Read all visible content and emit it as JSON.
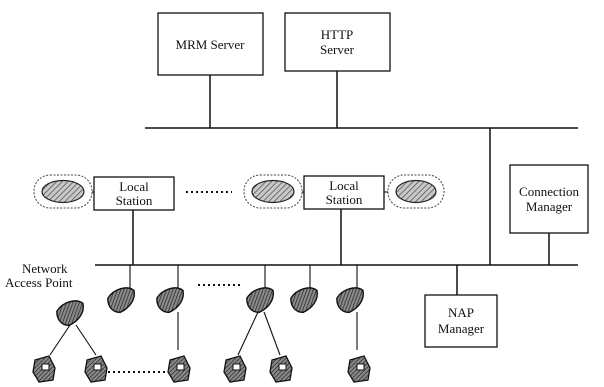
{
  "nodes": {
    "mrm_server": "MRM Server",
    "http_server": [
      "HTTP",
      "Server"
    ],
    "local_station_1": [
      "Local",
      "Station"
    ],
    "local_station_2": [
      "Local",
      "Station"
    ],
    "connection_manager": [
      "Connection",
      "Manager"
    ],
    "nap_manager": [
      "NAP",
      "Manager"
    ],
    "network_access_point": [
      "Network",
      "Access Point"
    ]
  }
}
